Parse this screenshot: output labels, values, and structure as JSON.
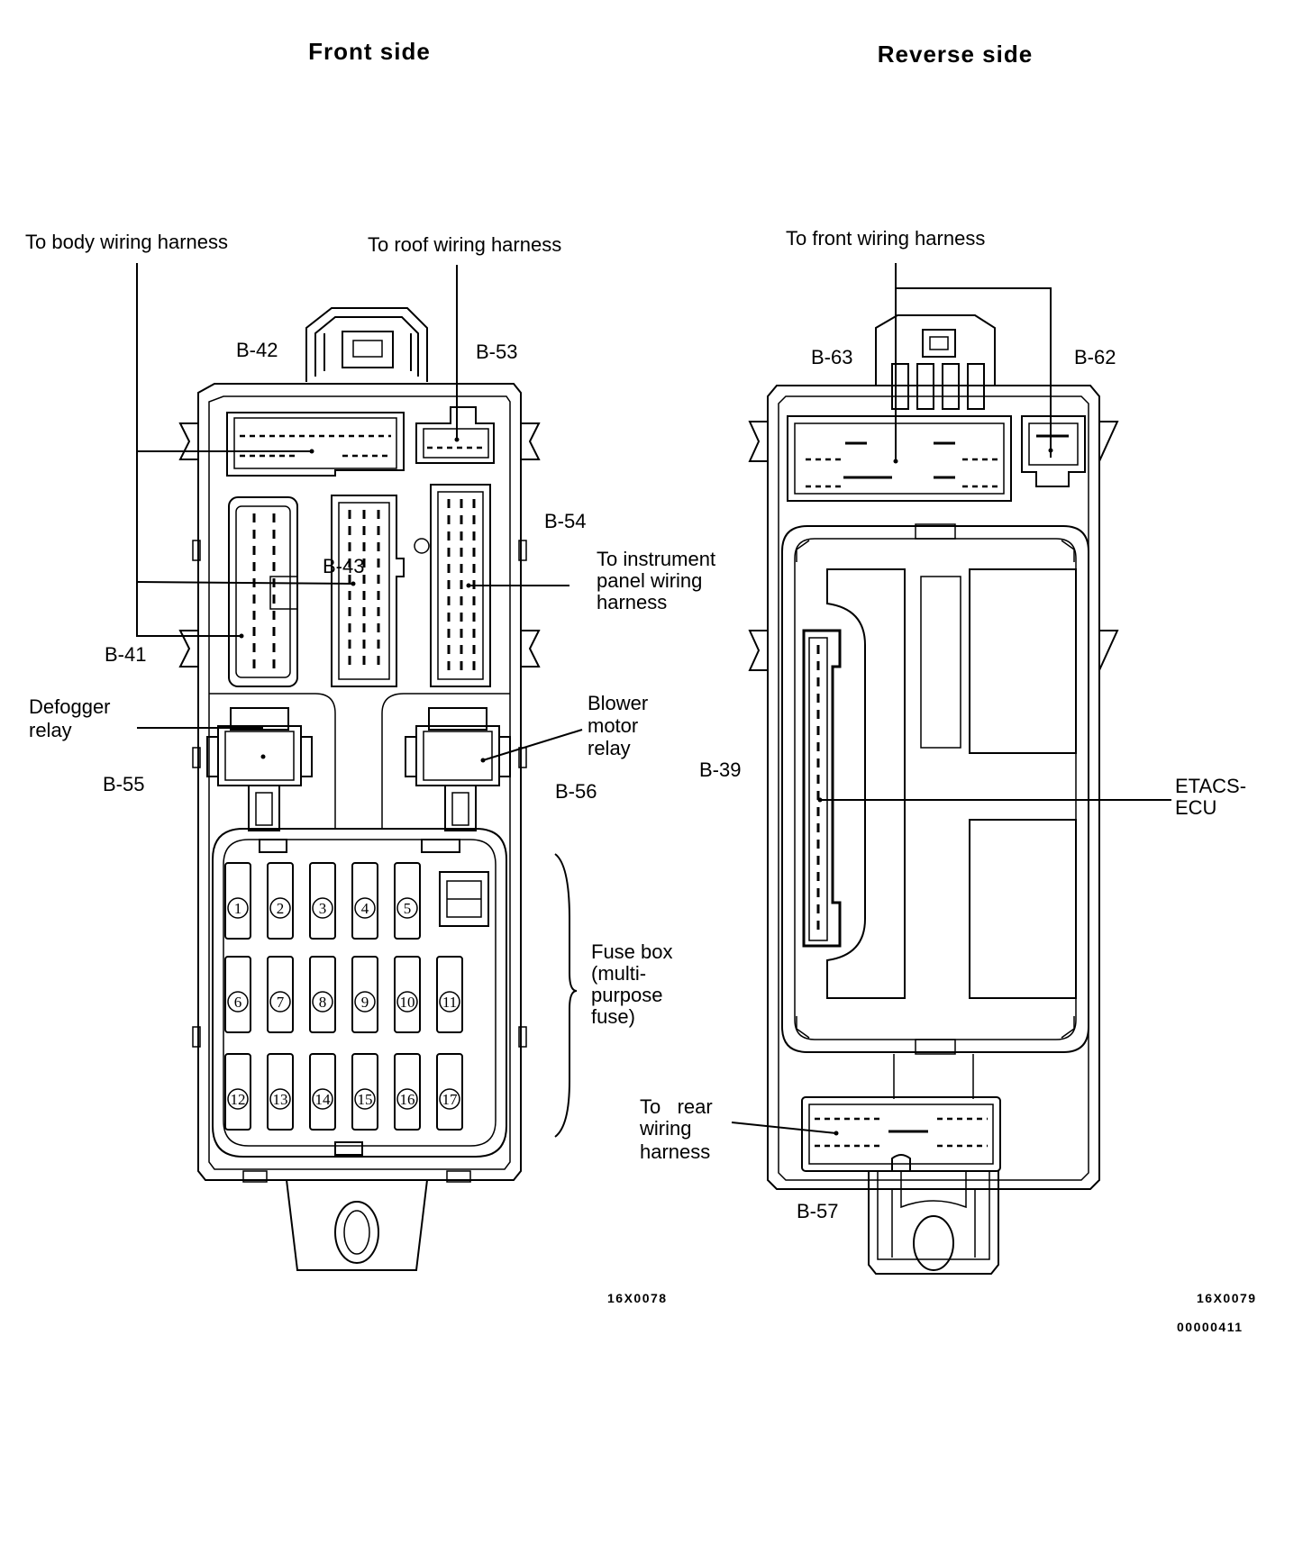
{
  "titles": {
    "front": "Front side",
    "reverse": "Reverse side"
  },
  "front": {
    "body_harness": "To body wiring harness",
    "roof_harness": "To roof wiring harness",
    "b42": "B-42",
    "b53": "B-53",
    "b54": "B-54",
    "b43": "B-43",
    "b41": "B-41",
    "instrument_harness": [
      "To instrument",
      "panel  wiring",
      "harness"
    ],
    "defogger_relay": [
      "Defogger",
      "relay"
    ],
    "b55": "B-55",
    "blower_relay": [
      "Blower",
      "motor",
      "relay"
    ],
    "b56": "B-56",
    "fuse_box": [
      "Fuse box",
      "(multi-",
      "purpose",
      "fuse)"
    ],
    "fuses": [
      "1",
      "2",
      "3",
      "4",
      "5",
      "6",
      "7",
      "8",
      "9",
      "10",
      "11",
      "12",
      "13",
      "14",
      "15",
      "16",
      "17"
    ],
    "code": "16X0078"
  },
  "reverse": {
    "front_harness": "To front wiring harness",
    "b63": "B-63",
    "b62": "B-62",
    "b39": "B-39",
    "etacs": [
      "ETACS-",
      "ECU"
    ],
    "rear_harness": [
      "To   rear",
      "wiring",
      "harness"
    ],
    "b57": "B-57",
    "code": "16X0079",
    "code2": "00000411"
  }
}
